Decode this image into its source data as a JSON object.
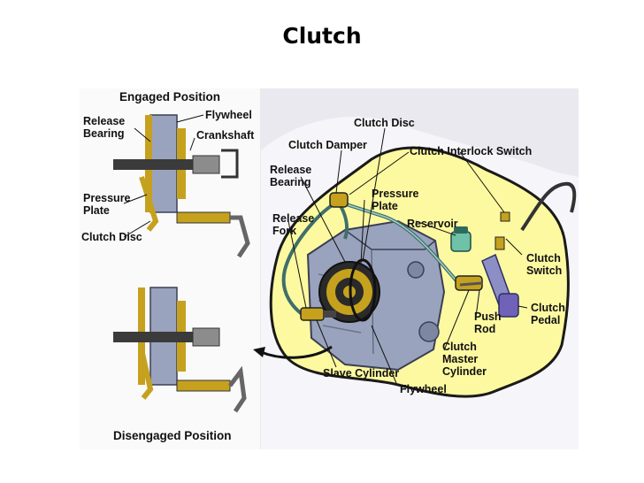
{
  "slide": {
    "title": "Clutch"
  },
  "diagram": {
    "engaged_header": "Engaged Position",
    "disengaged_header": "Disengaged Position",
    "labels": {
      "release_bearing_left": [
        "Release",
        "Bearing"
      ],
      "flywheel_left": "Flywheel",
      "crankshaft": "Crankshaft",
      "pressure_plate_left": [
        "Pressure",
        "Plate"
      ],
      "clutch_disc_left": "Clutch Disc",
      "clutch_disc": "Clutch Disc",
      "clutch_damper": "Clutch Damper",
      "clutch_interlock_switch": "Clutch Interlock Switch",
      "release_bearing": [
        "Release",
        "Bearing"
      ],
      "pressure_plate": [
        "Pressure",
        "Plate"
      ],
      "release_fork": [
        "Release",
        "Fork"
      ],
      "reservoir": "Reservoir",
      "clutch_switch": [
        "Clutch",
        "Switch"
      ],
      "clutch_pedal": [
        "Clutch",
        "Pedal"
      ],
      "push_rod": [
        "Push",
        "Rod"
      ],
      "clutch_master_cylinder": [
        "Clutch",
        "Master",
        "Cylinder"
      ],
      "slave_cylinder": "Slave Cylinder",
      "flywheel": "Flywheel"
    }
  }
}
